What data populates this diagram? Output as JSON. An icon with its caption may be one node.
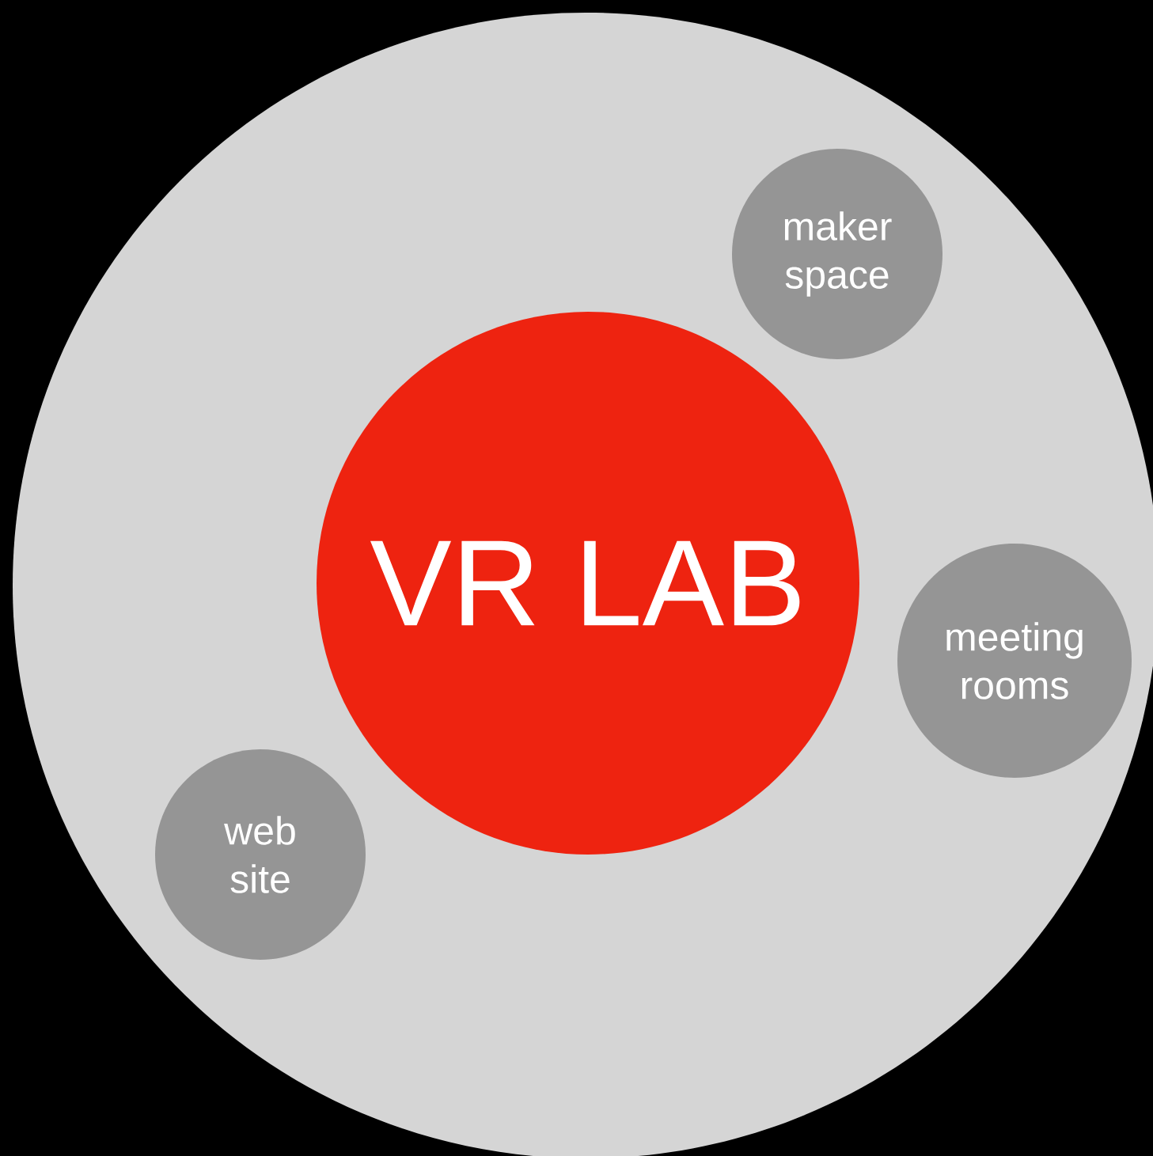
{
  "diagram": {
    "nodes": [
      {
        "text": [],
        "shape": "circle"
      },
      {
        "text": [
          "maker space"
        ],
        "in": 0
      },
      {
        "text": [
          "VR LAB"
        ],
        "in": 0
      },
      {
        "text": [
          "meeting rooms"
        ],
        "in": 0
      },
      {
        "text": [
          "web site"
        ],
        "in": 0
      }
    ]
  }
}
